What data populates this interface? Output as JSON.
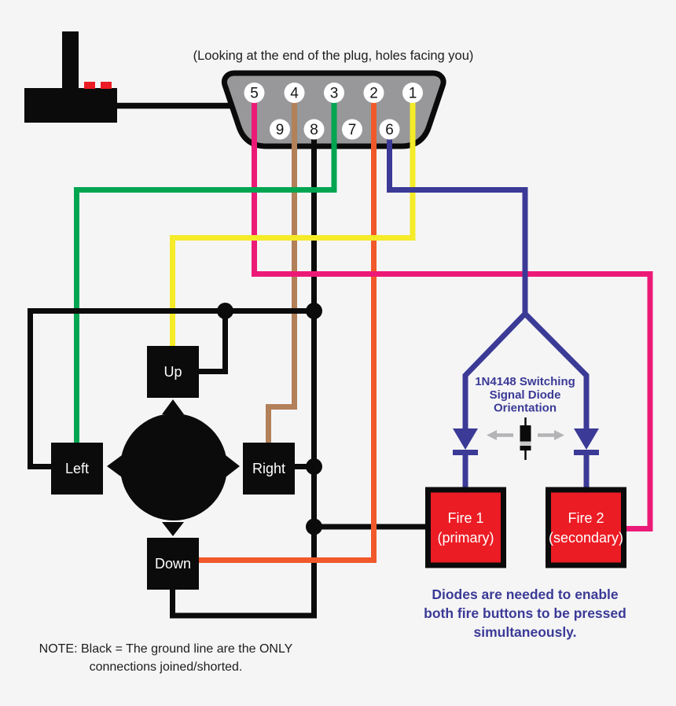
{
  "title": "(Looking at the end of the plug, holes facing you)",
  "colors": {
    "background": "#f5f5f6",
    "plug_gray": "#98989a",
    "pink": "#ec1a77",
    "brown": "#b28059",
    "green": "#00a551",
    "orange": "#f1592a",
    "yellow": "#f5eb29",
    "blue": "#3b3a96",
    "red": "#ec1c24",
    "arrow_gray": "#b4b4b6",
    "black": "#0b0b0b",
    "white": "#ffffff"
  },
  "plug": {
    "pins": {
      "p1": "1",
      "p2": "2",
      "p3": "3",
      "p4": "4",
      "p5": "5",
      "p6": "6",
      "p7": "7",
      "p8": "8",
      "p9": "9"
    }
  },
  "dpad": {
    "up": "Up",
    "down": "Down",
    "left": "Left",
    "right": "Right"
  },
  "fire1": {
    "line1": "Fire 1",
    "line2": "(primary)"
  },
  "fire2": {
    "line1": "Fire 2",
    "line2": "(secondary)"
  },
  "diode_label": {
    "line1": "1N4148 Switching",
    "line2": "Signal Diode",
    "line3": "Orientation"
  },
  "diode_note": {
    "line1": "Diodes are needed to enable",
    "line2": "both fire buttons to be pressed",
    "line3": "simultaneously."
  },
  "note": {
    "line1": "NOTE: Black = The ground line are the ONLY",
    "line2": "connections joined/shorted."
  },
  "connections": [
    {
      "pin": "1",
      "wire_color": "yellow",
      "target": "Up"
    },
    {
      "pin": "2",
      "wire_color": "orange",
      "target": "Down"
    },
    {
      "pin": "3",
      "wire_color": "green",
      "target": "Left"
    },
    {
      "pin": "4",
      "wire_color": "brown",
      "target": "Right"
    },
    {
      "pin": "5",
      "wire_color": "pink",
      "target": "Fire 2 (secondary)"
    },
    {
      "pin": "6",
      "wire_color": "blue",
      "target": "Fire 1 and Fire 2 via 1N4148 diodes"
    },
    {
      "pin": "8",
      "wire_color": "black",
      "target": "ground line to all switches"
    }
  ]
}
